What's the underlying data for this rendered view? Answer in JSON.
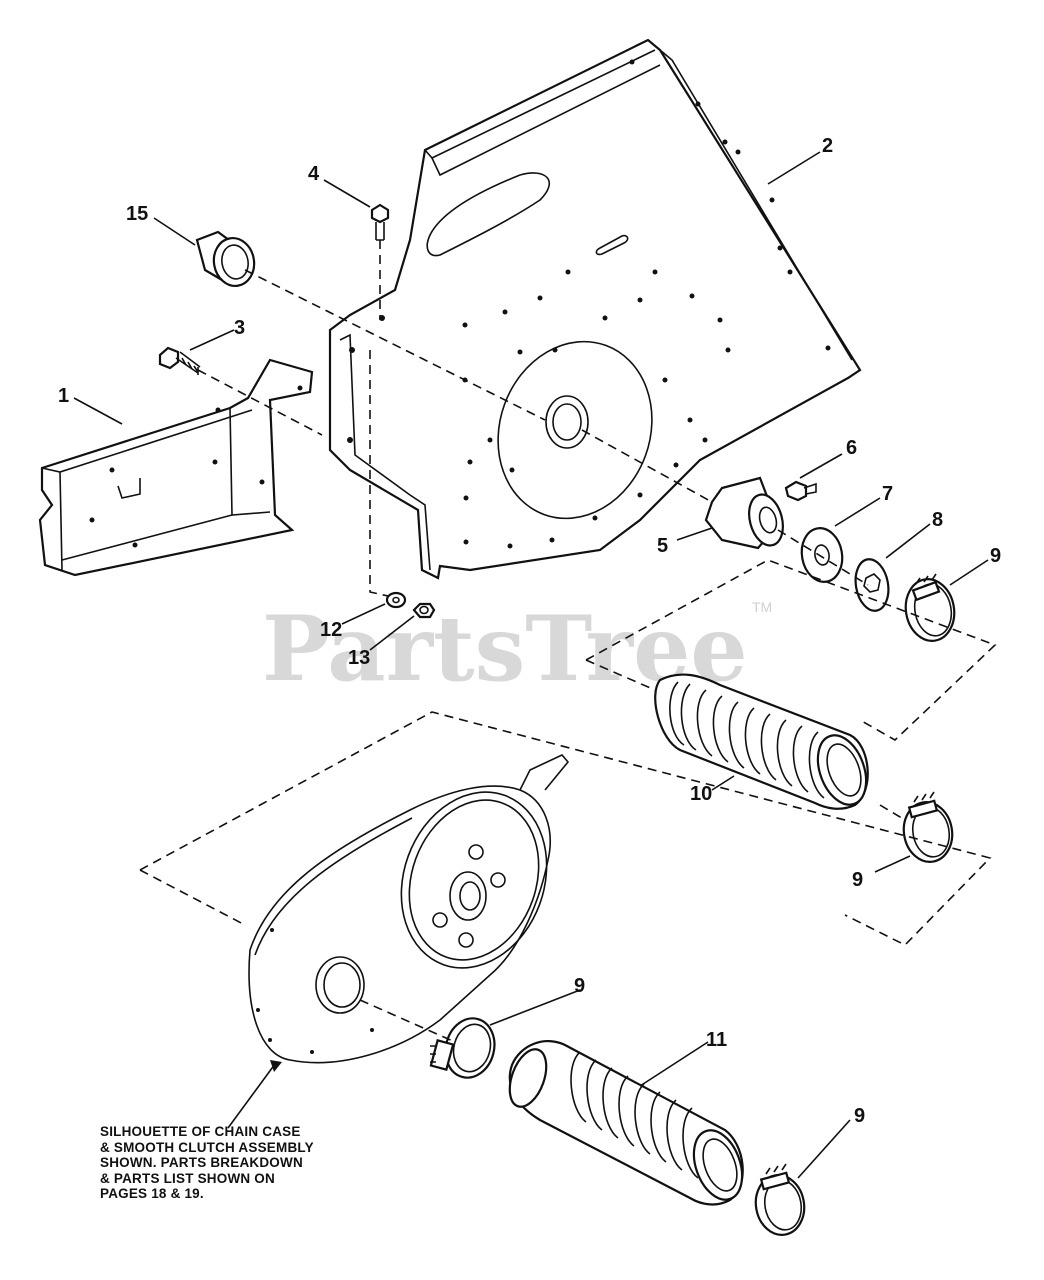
{
  "watermark": {
    "text": "PartsTree",
    "trademark": "TM"
  },
  "callouts": {
    "c1": "1",
    "c2": "2",
    "c3": "3",
    "c4": "4",
    "c5": "5",
    "c6": "6",
    "c7": "7",
    "c8": "8",
    "c9a": "9",
    "c9b": "9",
    "c9c": "9",
    "c9d": "9",
    "c10": "10",
    "c11": "11",
    "c12": "12",
    "c13": "13",
    "c15": "15"
  },
  "note": {
    "line1": "SILHOUETTE OF CHAIN CASE",
    "line2": "& SMOOTH CLUTCH ASSEMBLY",
    "line3": "SHOWN. PARTS BREAKDOWN",
    "line4": "& PARTS LIST SHOWN ON",
    "line5": "PAGES 18 & 19."
  },
  "colors": {
    "ink": "#111111",
    "watermark": "#d8d8d8",
    "background": "#ffffff"
  }
}
